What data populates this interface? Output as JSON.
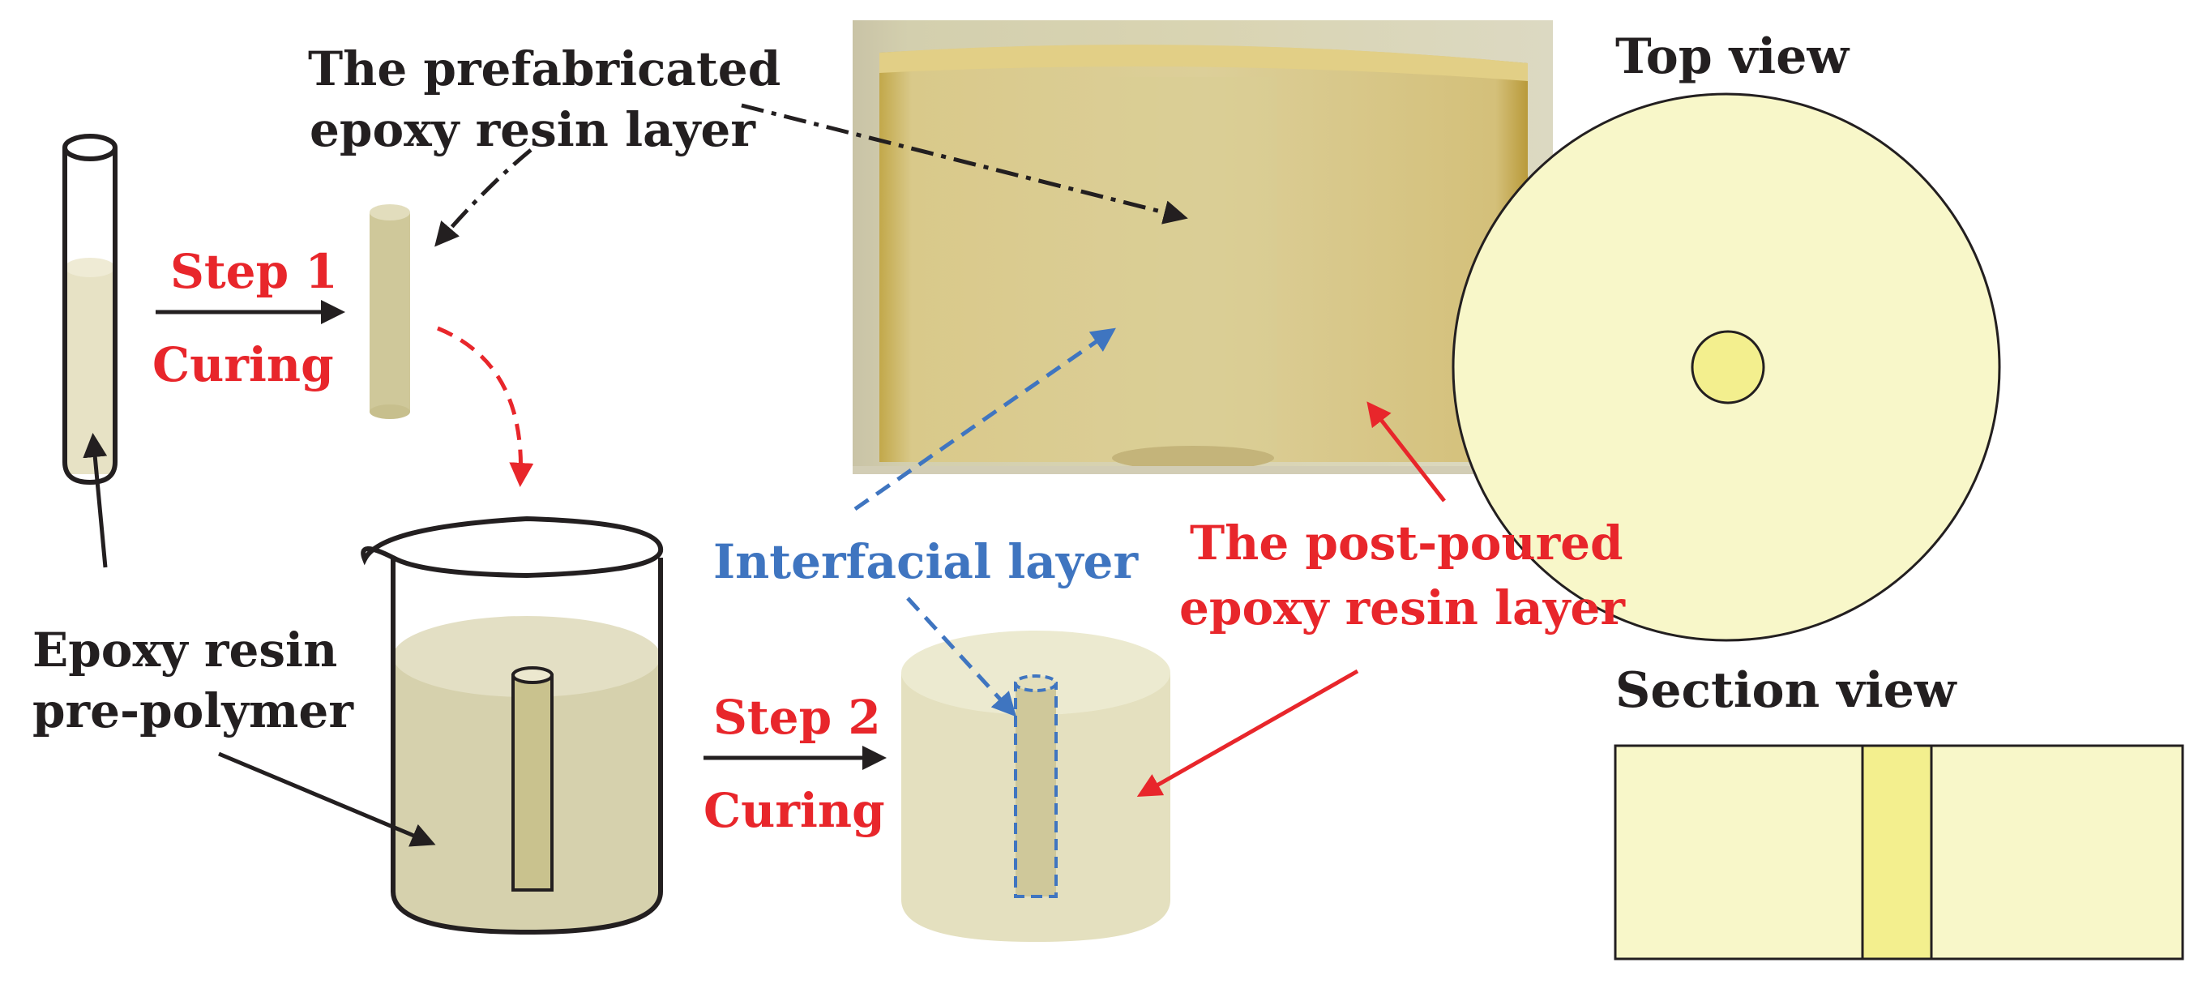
{
  "labels": {
    "prefab_line1": "The prefabricated",
    "prefab_line2": "epoxy resin layer",
    "step1": "Step 1",
    "curing1": "Curing",
    "step2": "Step 2",
    "curing2": "Curing",
    "prepolymer_line1": "Epoxy resin",
    "prepolymer_line2": "pre-polymer",
    "interfacial": "Interfacial layer",
    "postpoured_line1": "The post-poured",
    "postpoured_line2": "epoxy resin layer",
    "top_view": "Top view",
    "section_view": "Section view"
  },
  "colors": {
    "black_text": "#231f20",
    "red_accent": "#e8262b",
    "blue_accent": "#3f75c0",
    "resin_light": "#f8f7c9",
    "resin_core": "#f3ef8e",
    "resin_sample": "#cfc89a"
  }
}
